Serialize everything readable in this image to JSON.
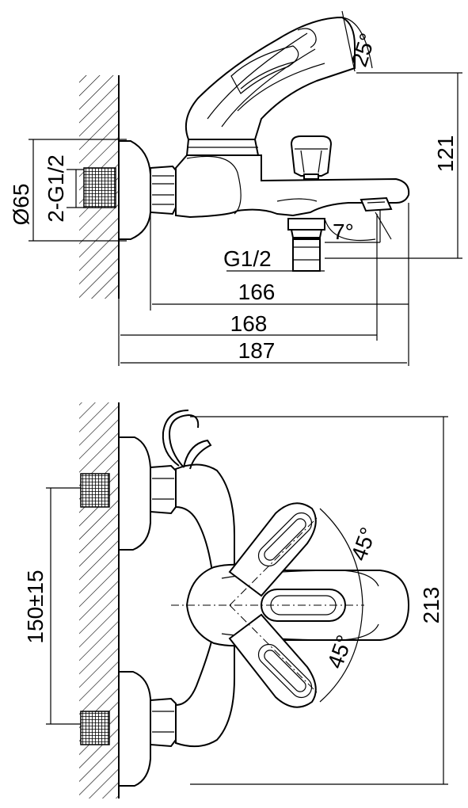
{
  "dimensions": {
    "outlet_angle": "25°",
    "height": "121",
    "flange_diameter": "Ø65",
    "inlet_thread": "2-G1/2",
    "spout_angle": "7°",
    "outlet_thread": "G1/2",
    "length_166": "166",
    "length_168": "168",
    "length_187": "187",
    "center_distance": "150±15",
    "total_height": "213",
    "lever_angle_up": "45°",
    "lever_angle_down": "45°"
  },
  "colors": {
    "line": "#000000",
    "background": "#ffffff"
  }
}
